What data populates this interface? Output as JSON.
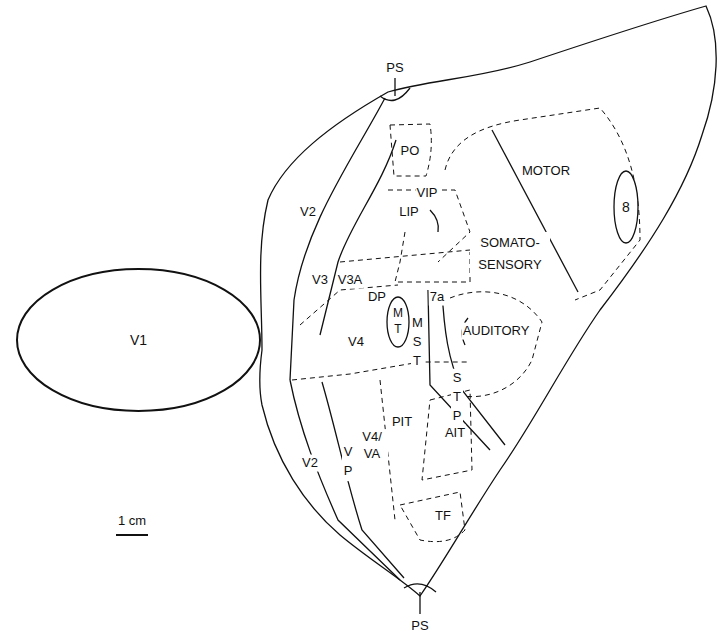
{
  "diagram": {
    "nodes": [
      {
        "text": [
          "8"
        ]
      },
      {
        "text": [
          "V1"
        ]
      },
      {
        "text": [
          "M T"
        ]
      }
    ],
    "labels": [
      "PS",
      "PO",
      "MOTOR",
      "VIP",
      "LIP",
      "SOMATO- SENSORY",
      "V2",
      "V3",
      "V3A",
      "DP",
      "7a",
      "V4",
      "M S T",
      "AUDITORY",
      "S T P",
      "PIT",
      "AIT",
      "V4/ VA",
      "V P",
      "V2",
      "1 cm",
      "TF",
      "PS"
    ]
  }
}
